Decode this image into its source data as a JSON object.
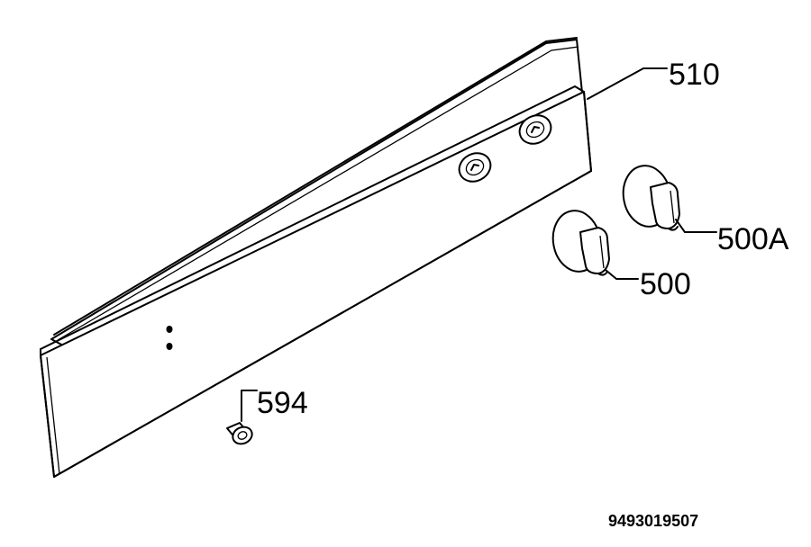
{
  "callouts": {
    "panel": "510",
    "knob_a": "500A",
    "knob": "500",
    "screw": "594"
  },
  "document_number": "9493019507"
}
